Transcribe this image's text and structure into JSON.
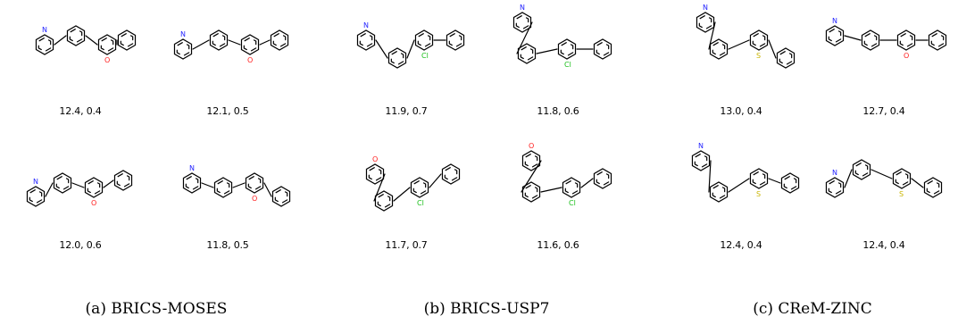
{
  "panels": [
    {
      "caption": "(a) BRICS-MOSES",
      "molecules": [
        {
          "score": "12.4, 0.4",
          "variant": 0
        },
        {
          "score": "12.1, 0.5",
          "variant": 1
        },
        {
          "score": "12.0, 0.6",
          "variant": 2
        },
        {
          "score": "11.8, 0.5",
          "variant": 3
        }
      ]
    },
    {
      "caption": "(b) BRICS-USP7",
      "molecules": [
        {
          "score": "11.9, 0.7",
          "variant": 4
        },
        {
          "score": "11.8, 0.6",
          "variant": 5
        },
        {
          "score": "11.7, 0.7",
          "variant": 6
        },
        {
          "score": "11.6, 0.6",
          "variant": 7
        }
      ]
    },
    {
      "caption": "(c) CReM-ZINC",
      "molecules": [
        {
          "score": "13.0, 0.4",
          "variant": 8
        },
        {
          "score": "12.7, 0.4",
          "variant": 9
        },
        {
          "score": "12.4, 0.4",
          "variant": 10
        },
        {
          "score": "12.4, 0.4",
          "variant": 11
        }
      ]
    }
  ]
}
